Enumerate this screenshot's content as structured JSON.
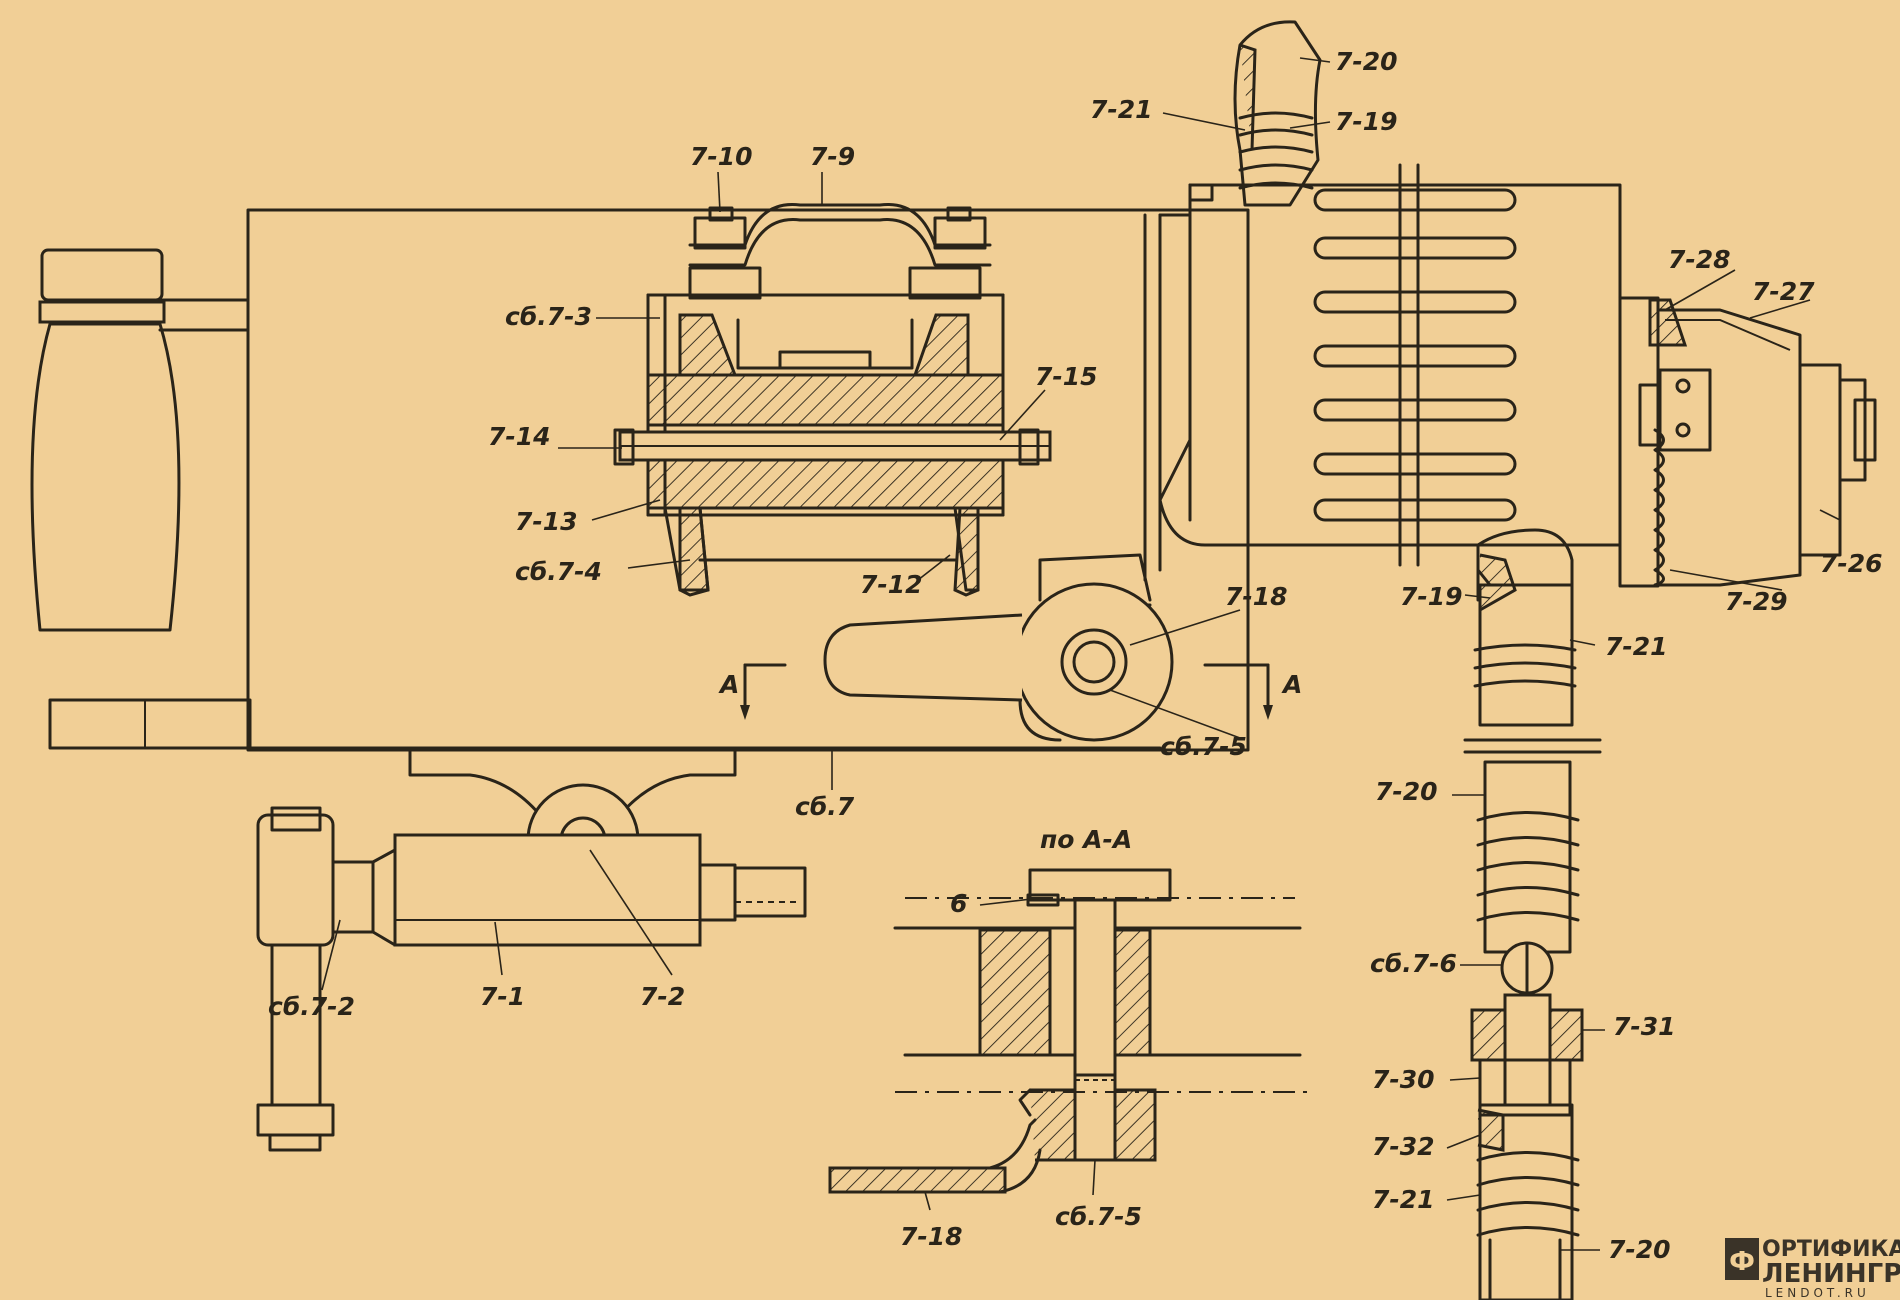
{
  "labels": {
    "l_7_10": "7-10",
    "l_7_9": "7-9",
    "l_7_20_top": "7-20",
    "l_7_21_top": "7-21",
    "l_7_19_top": "7-19",
    "l_sb_7_3": "сб.7-3",
    "l_7_15": "7-15",
    "l_7_14": "7-14",
    "l_7_13": "7-13",
    "l_sb_7_4": "сб.7-4",
    "l_7_12": "7-12",
    "l_7_18_top": "7-18",
    "l_a_left": "А",
    "l_a_right": "А",
    "l_sb_7_5_top": "сб.7-5",
    "l_sb_7": "сб.7",
    "l_7_28": "7-28",
    "l_7_27": "7-27",
    "l_7_26": "7-26",
    "l_7_29": "7-29",
    "l_7_19_right": "7-19",
    "l_7_21_right": "7-21",
    "l_7_20_mid": "7-20",
    "l_sb_7_6": "сб.7-6",
    "l_7_31": "7-31",
    "l_7_30": "7-30",
    "l_7_32": "7-32",
    "l_7_21_bottom": "7-21",
    "l_7_20_bottom": "7-20",
    "l_sb_7_2": "сб.7-2",
    "l_7_1": "7-1",
    "l_7_2": "7-2",
    "l_section_title": "по А-А",
    "l_6": "6",
    "l_7_18_bottom": "7-18",
    "l_sb_7_5_bottom": "сб.7-5"
  },
  "watermark": {
    "line1": "ОРТИФИКАЦИЯ",
    "line2": "ЛЕНИНГРАДА",
    "line3": "LENDOT.RU",
    "logo_glyph": "Ф"
  },
  "colors": {
    "paper": "#f1cf96",
    "ink": "#2a2419"
  }
}
